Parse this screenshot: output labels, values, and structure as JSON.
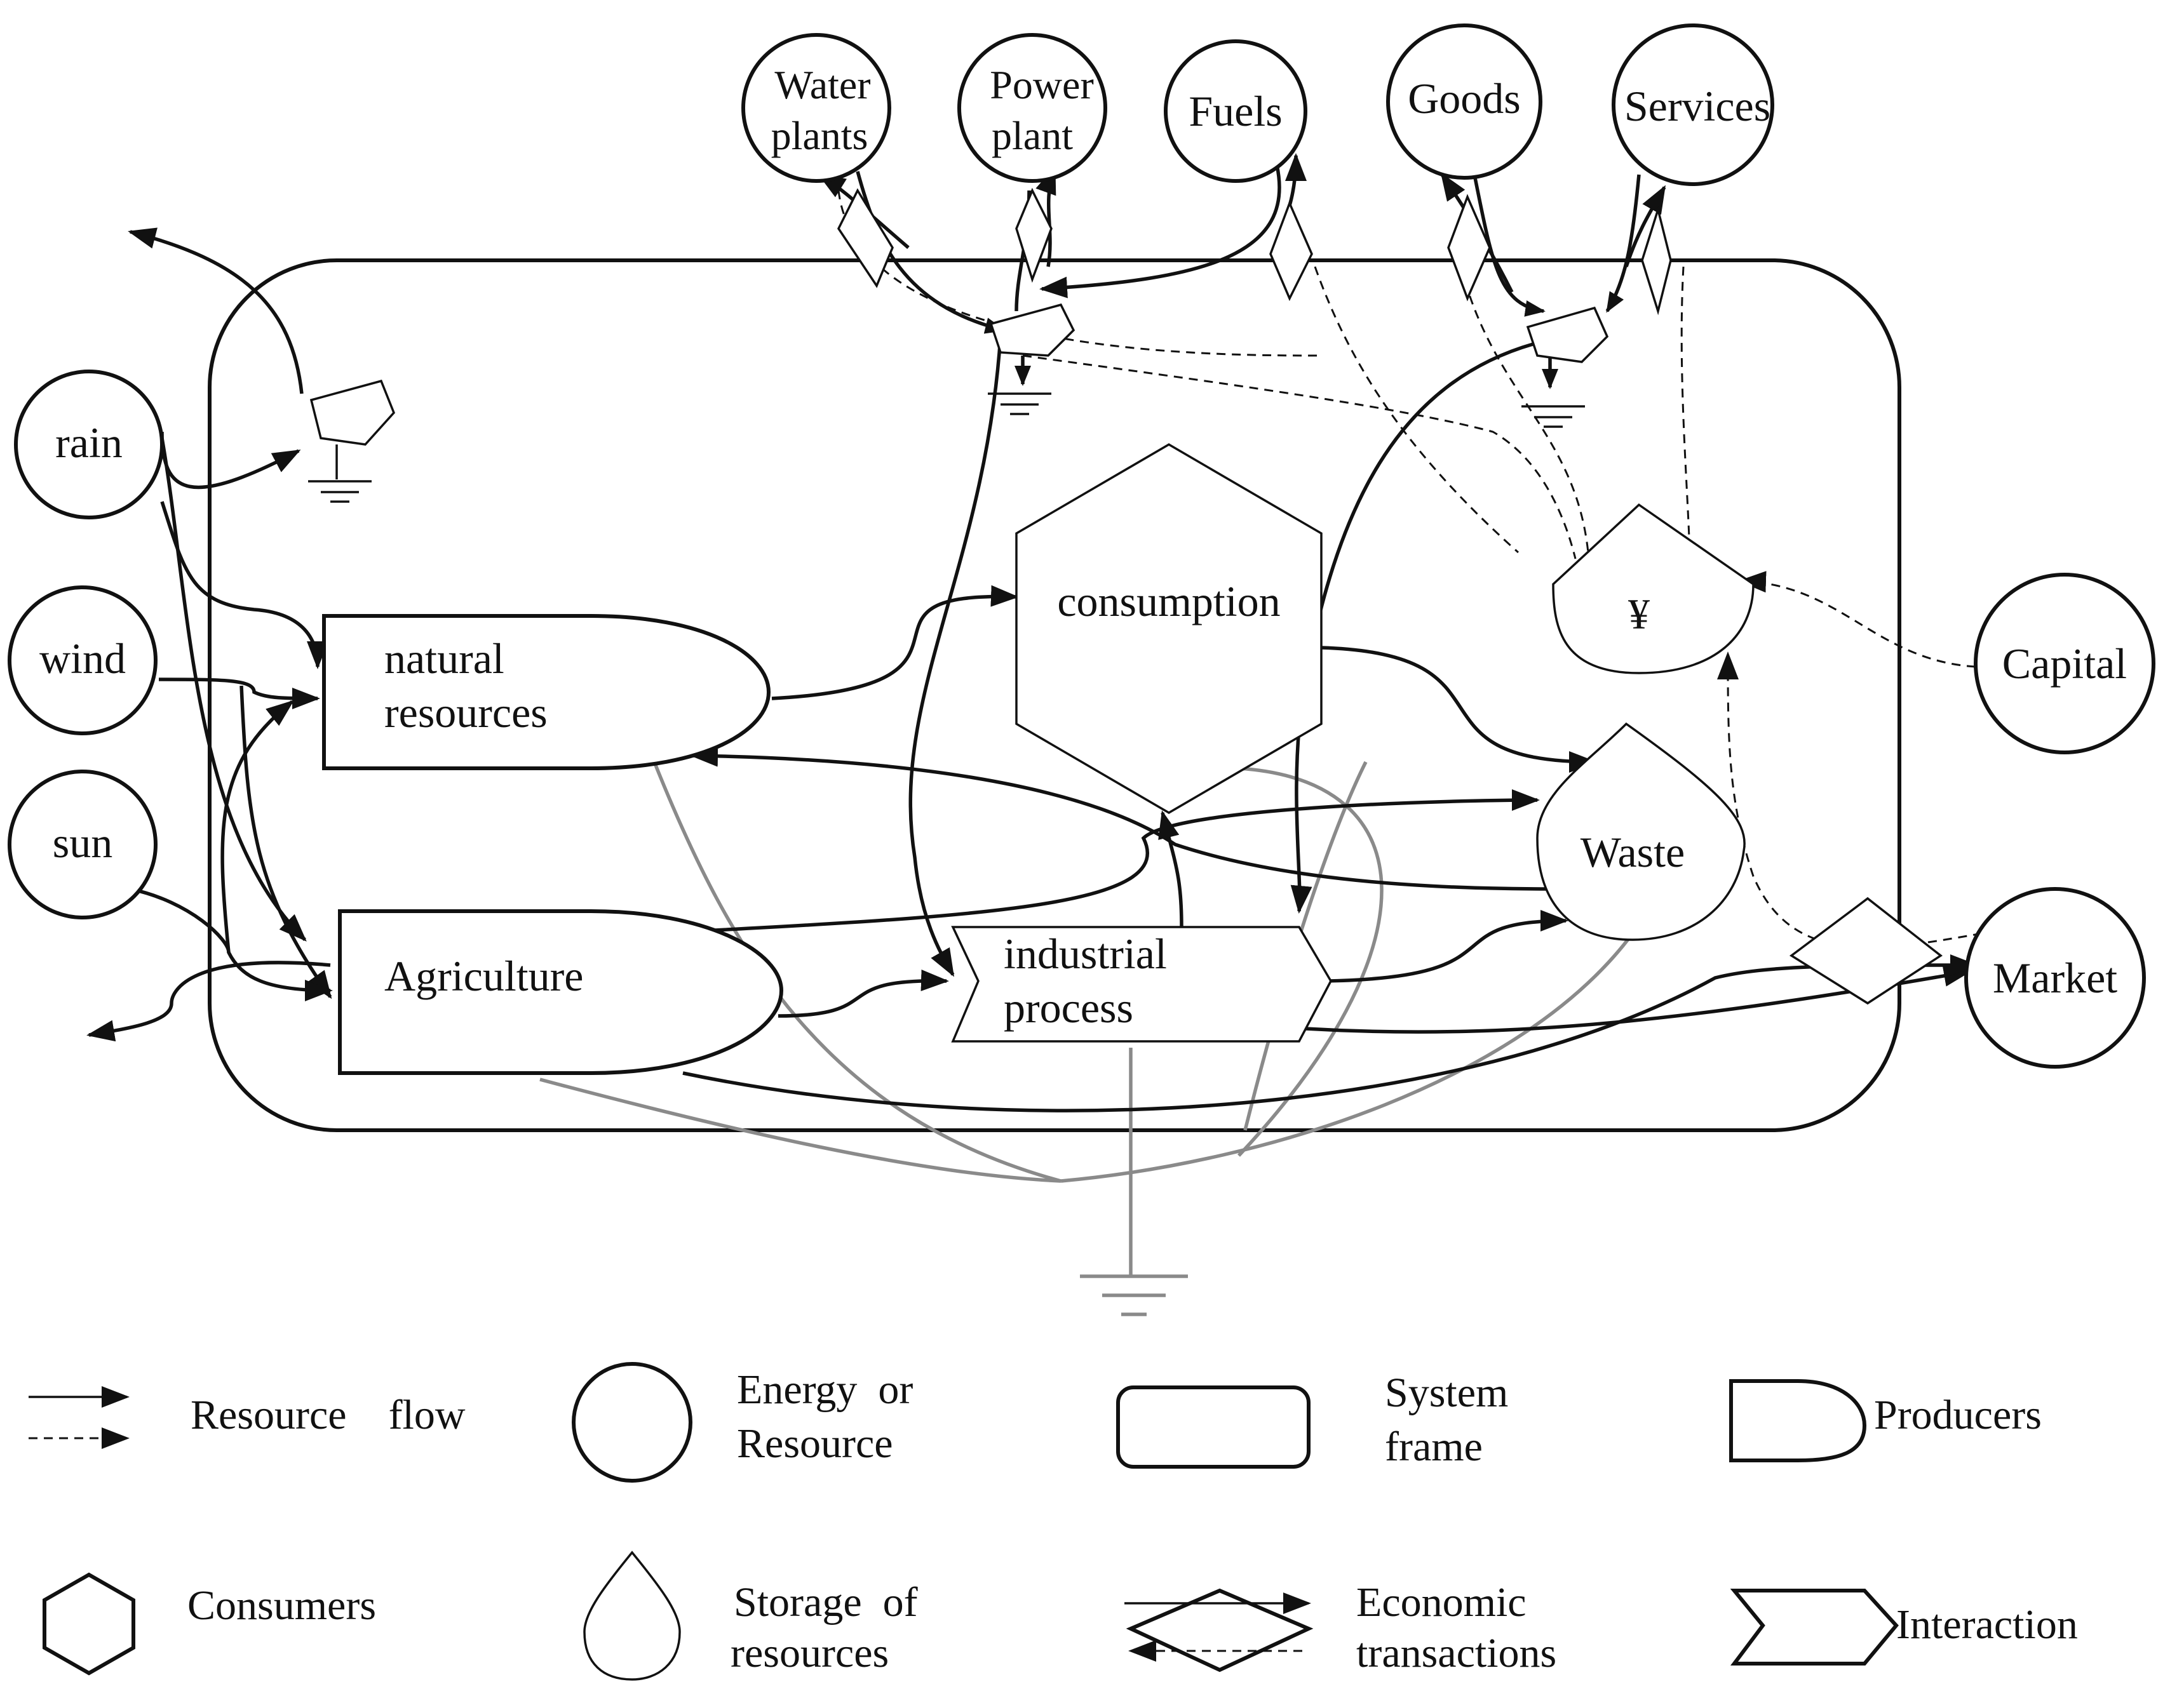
{
  "sources": {
    "rain": "rain",
    "wind": "wind",
    "sun": "sun",
    "water_plants": [
      "Water",
      "plants"
    ],
    "power_plant": [
      "Power",
      "plant"
    ],
    "fuels": "Fuels",
    "goods": "Goods",
    "services": "Services",
    "capital": "Capital",
    "market": "Market"
  },
  "nodes": {
    "natural_resources": [
      "natural",
      "resources"
    ],
    "agriculture": "Agriculture",
    "consumption": "consumption",
    "industrial_process": [
      "industrial",
      "process"
    ],
    "waste": "Waste",
    "money_symbol": "¥"
  },
  "legend": {
    "resource_flow": "Resource    flow",
    "energy_resource": [
      "Energy  or",
      "Resource"
    ],
    "system_frame": [
      "System",
      "frame"
    ],
    "producers": "Producers",
    "consumers": "Consumers",
    "storage": [
      "Storage  of",
      "resources"
    ],
    "economic": [
      "Economic",
      "transactions"
    ],
    "interaction": "Interaction"
  }
}
